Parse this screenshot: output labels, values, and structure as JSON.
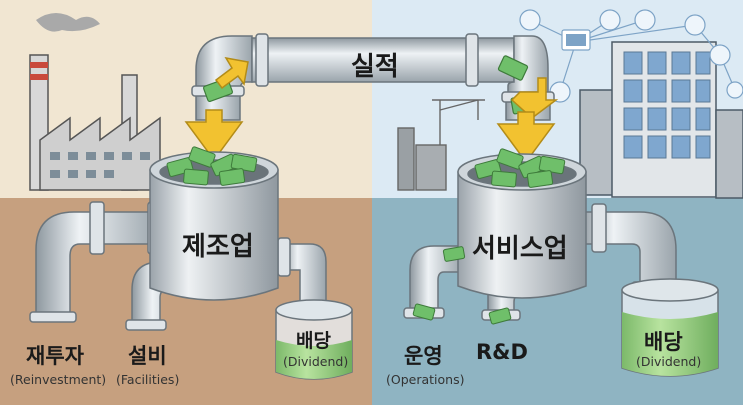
{
  "labels": {
    "performance": "실적",
    "manufacturing": "제조업",
    "services": "서비스업",
    "reinvestment_ko": "재투자",
    "reinvestment_en": "(Reinvestment)",
    "facilities_ko": "설비",
    "facilities_en": "(Facilities)",
    "dividend_left_ko": "배당",
    "dividend_left_en": "(Dividend)",
    "operations_ko": "운영",
    "operations_en": "(Operations)",
    "rnd": "R&D",
    "dividend_right_ko": "배당",
    "dividend_right_en": "(Dividend)"
  },
  "icons": [
    "factory-icon",
    "city-buildings-icon",
    "crane-icon",
    "network-devices-icon",
    "money-icon",
    "arrow-down-icon"
  ],
  "colors": {
    "left_background": "#f1e6d2",
    "left_ground": "#c6a07f",
    "right_background": "#dceaf4",
    "right_ground": "#8fb4c2",
    "pipe": "#c4ccd3",
    "arrow": "#f2c230",
    "money": "#6fbf6a",
    "dividend_liquid": "#9fd386"
  }
}
